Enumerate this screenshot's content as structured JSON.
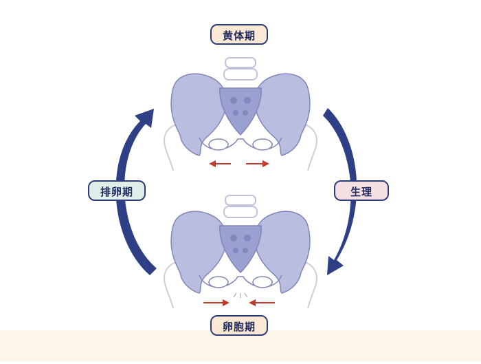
{
  "phases": {
    "luteal": {
      "label": "黄体期",
      "bg": "#fbe9d6"
    },
    "menstrual": {
      "label": "生理",
      "bg": "#f6dfe2"
    },
    "follicular": {
      "label": "卵胞期",
      "bg": "#fbe9d6"
    },
    "ovulation": {
      "label": "排卵期",
      "bg": "#dfeee9"
    }
  },
  "pelvis_states": [
    {
      "state": "open",
      "arrows": "outward"
    },
    {
      "state": "closed",
      "arrows": "inward"
    }
  ],
  "colors": {
    "cycle_arrow": "#2e3f86",
    "bone_fill": "#b9bde0",
    "bone_stroke": "#7f86b8",
    "ghost_bone": "#c9c9cc",
    "force_arrow": "#c0392b",
    "label_border": "#2d3c7a",
    "bottom_band": "#fcf5ea"
  }
}
